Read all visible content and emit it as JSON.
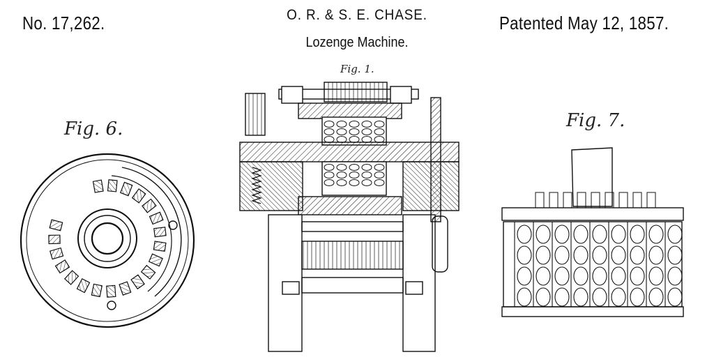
{
  "header": {
    "patent_number": "No. 17,262.",
    "inventors": "O. R. & S. E. CHASE.",
    "title": "Lozenge Machine.",
    "patent_date": "Patented May 12, 1857."
  },
  "figures": {
    "fig6": {
      "label": "Fig. 6."
    },
    "fig1": {
      "label": "Fig. 1."
    },
    "fig7": {
      "label": "Fig. 7."
    }
  },
  "colors": {
    "ink": "#111111",
    "paper": "#ffffff"
  }
}
